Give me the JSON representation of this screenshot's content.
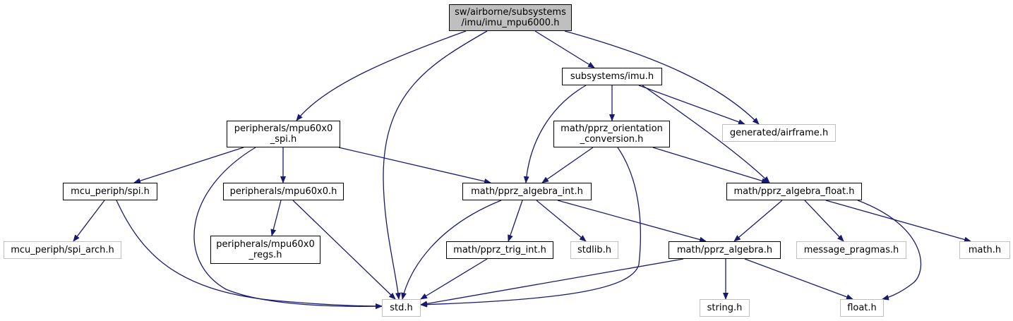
{
  "diagram": {
    "edge_color": "#191970",
    "root_fill": "#bfbfbf",
    "external_border": "#bfbfbf",
    "nodes": {
      "root": {
        "line1": "sw/airborne/subsystems",
        "line2": "/imu/imu_mpu6000.h"
      },
      "subsystems_imu": {
        "line1": "subsystems/imu.h"
      },
      "mpu60x0_spi": {
        "line1": "peripherals/mpu60x0",
        "line2": "_spi.h"
      },
      "generated_airframe": {
        "line1": "generated/airframe.h"
      },
      "pprz_orientation": {
        "line1": "math/pprz_orientation",
        "line2": "_conversion.h"
      },
      "mcu_spi": {
        "line1": "mcu_periph/spi.h"
      },
      "mpu60x0": {
        "line1": "peripherals/mpu60x0.h"
      },
      "pprz_algebra_int": {
        "line1": "math/pprz_algebra_int.h"
      },
      "pprz_algebra_float": {
        "line1": "math/pprz_algebra_float.h"
      },
      "spi_arch": {
        "line1": "mcu_periph/spi_arch.h"
      },
      "mpu60x0_regs": {
        "line1": "peripherals/mpu60x0",
        "line2": "_regs.h"
      },
      "pprz_trig_int": {
        "line1": "math/pprz_trig_int.h"
      },
      "stdlib": {
        "line1": "stdlib.h"
      },
      "pprz_algebra": {
        "line1": "math/pprz_algebra.h"
      },
      "message_pragmas": {
        "line1": "message_pragmas.h"
      },
      "math_h": {
        "line1": "math.h"
      },
      "std": {
        "line1": "std.h"
      },
      "string": {
        "line1": "string.h"
      },
      "float": {
        "line1": "float.h"
      }
    }
  }
}
